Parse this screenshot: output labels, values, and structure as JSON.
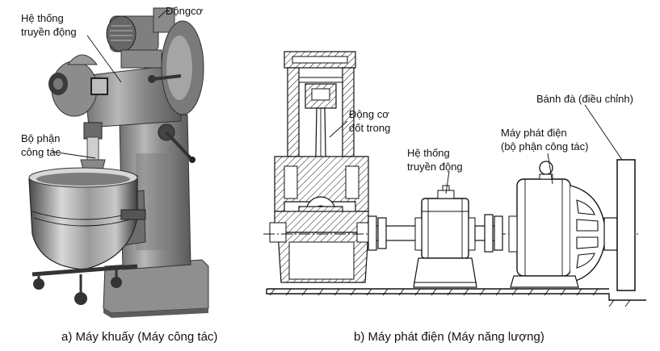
{
  "left": {
    "labels": {
      "transmission_line1": "Hệ thống",
      "transmission_line2": "truyền động",
      "motor": "Độngcơ",
      "working_line1": "Bộ phận",
      "working_line2": "công tác"
    },
    "caption": "a) Máy khuấy (Máy công tác)"
  },
  "right": {
    "labels": {
      "engine_line1": "Động cơ",
      "engine_line2": "đốt trong",
      "transmission_line1": "Hệ thống",
      "transmission_line2": "truyền động",
      "generator_line1": "Máy phát điện",
      "generator_line2": "(bộ phận công tác)",
      "flywheel": "Bánh đà (điều chỉnh)"
    },
    "caption": "b) Máy phát điện (Máy năng lượng)"
  }
}
